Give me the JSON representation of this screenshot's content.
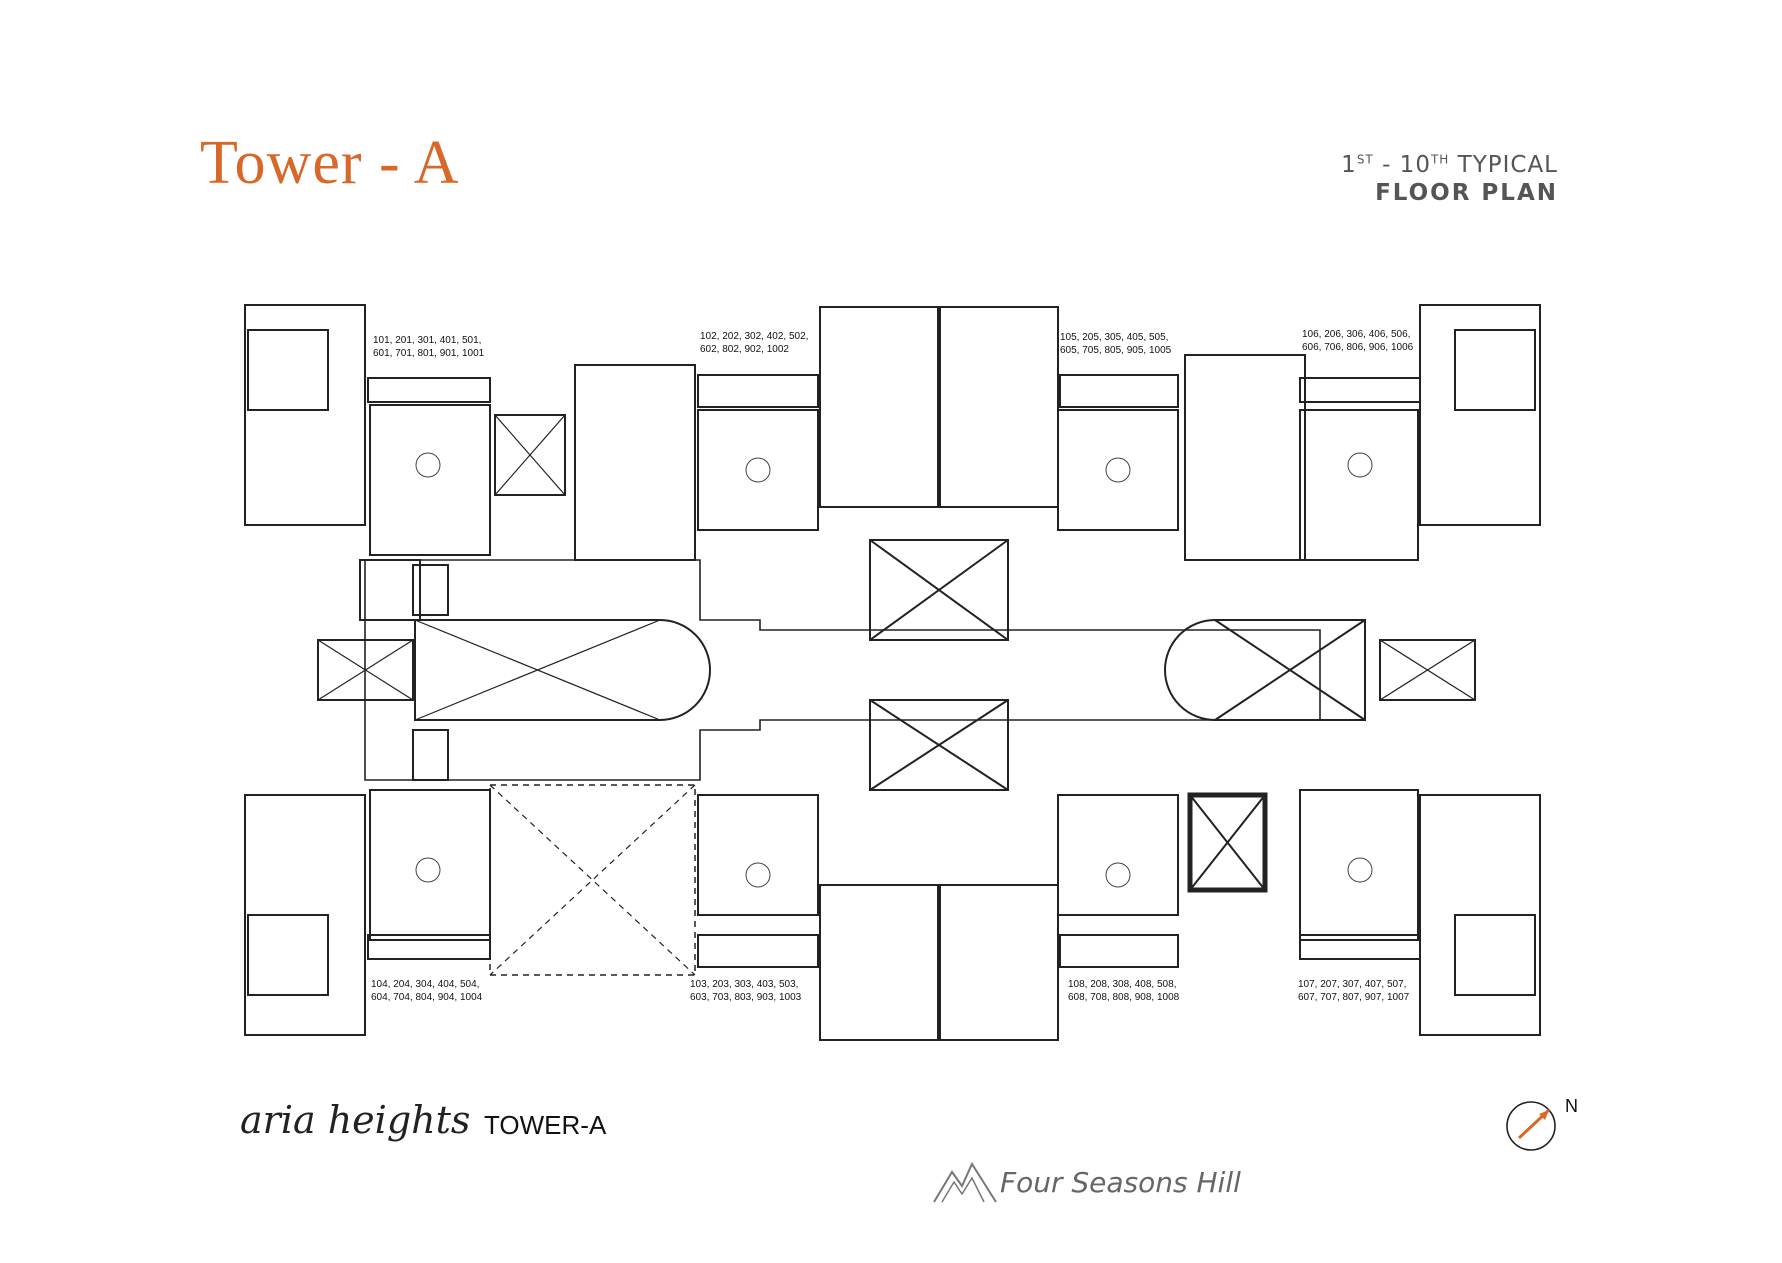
{
  "header": {
    "title": "Tower - A",
    "floors_pre": "1",
    "floors_sup1": "ST",
    "floors_mid": " - 10",
    "floors_sup2": "TH",
    "floors_post": " TYPICAL",
    "plan_label": "FLOOR PLAN"
  },
  "units": {
    "u101": "101, 201, 301, 401, 501,\n601, 701, 801, 901, 1001",
    "u102": "102, 202, 302, 402, 502,\n602, 802, 902, 1002",
    "u105": "105, 205, 305, 405, 505,\n605, 705, 805, 905, 1005",
    "u106": "106, 206, 306, 406, 506,\n606, 706, 806, 906, 1006",
    "u104": "104, 204, 304, 404, 504,\n604, 704, 804, 904, 1004",
    "u103": "103, 203, 303, 403, 503,\n603, 703, 803, 903, 1003",
    "u108": "108, 208, 308, 408, 508,\n608, 708, 808, 908, 1008",
    "u107": "107, 207, 307, 407, 507,\n607, 707, 807, 907, 1007"
  },
  "footer": {
    "brand": "aria heights",
    "tower": "TOWER-A",
    "north": "N",
    "company": "Four Seasons Hill"
  },
  "colors": {
    "accent": "#d8682a",
    "compass_needle": "#d8682a"
  }
}
